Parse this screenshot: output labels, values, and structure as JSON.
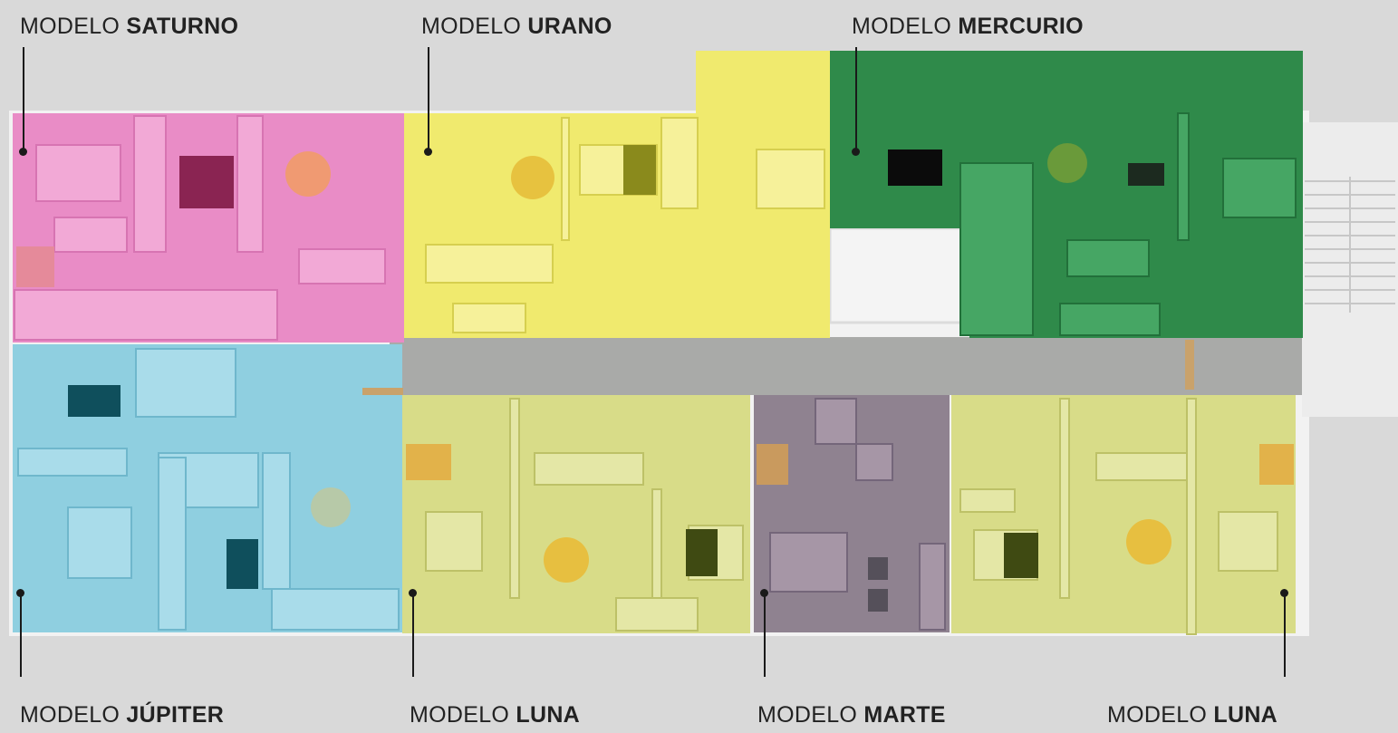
{
  "labels": {
    "saturno": {
      "prefix": "MODELO",
      "name": "SATURNO"
    },
    "urano": {
      "prefix": "MODELO",
      "name": "URANO"
    },
    "mercurio": {
      "prefix": "MODELO",
      "name": "MERCURIO"
    },
    "jupiter": {
      "prefix": "MODELO",
      "name": "JÚPITER"
    },
    "luna_1": {
      "prefix": "MODELO",
      "name": "LUNA"
    },
    "marte": {
      "prefix": "MODELO",
      "name": "MARTE"
    },
    "luna_2": {
      "prefix": "MODELO",
      "name": "LUNA"
    }
  },
  "colors": {
    "background": "#d9d9d9",
    "corridor": "#a9aaa8",
    "saturno": "#e98cc6",
    "urano": "#f0ea6e",
    "mercurio": "#2f8a4a",
    "jupiter": "#8fcfe0",
    "luna": "#d8dc88",
    "marte": "#8f8290",
    "neutral_room": "#f0f0f0"
  }
}
